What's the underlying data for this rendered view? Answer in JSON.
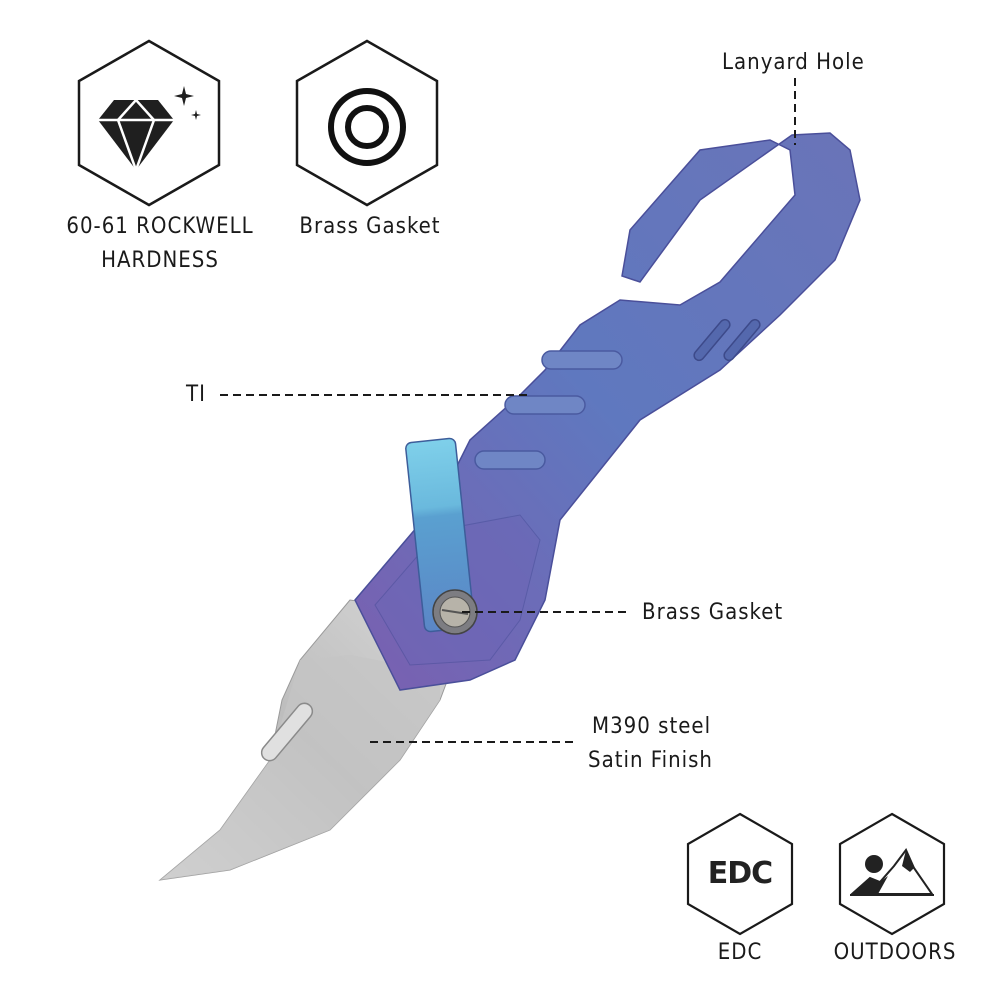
{
  "features_top": [
    {
      "icon": "diamond-icon",
      "label_line1": "60-61 ROCKWELL",
      "label_line2": "HARDNESS"
    },
    {
      "icon": "gasket-ring-icon",
      "label_line1": "Brass Gasket"
    }
  ],
  "callouts": {
    "lanyard_hole": "Lanyard Hole",
    "handle_material": "TI",
    "pivot_gasket": "Brass Gasket",
    "blade_steel_line1": "M390 steel",
    "blade_steel_line2": "Satin Finish"
  },
  "features_bottom": [
    {
      "icon": "edc-icon",
      "icon_text": "EDC",
      "label": "EDC"
    },
    {
      "icon": "mountain-icon",
      "label": "OUTDOORS"
    }
  ],
  "colors": {
    "handle_blue": "#5a6fb5",
    "handle_purple": "#7a5fb0",
    "clip_cyan": "#6ec3e0",
    "blade_steel": "#c9c9c9",
    "line": "#1a1a1a"
  }
}
